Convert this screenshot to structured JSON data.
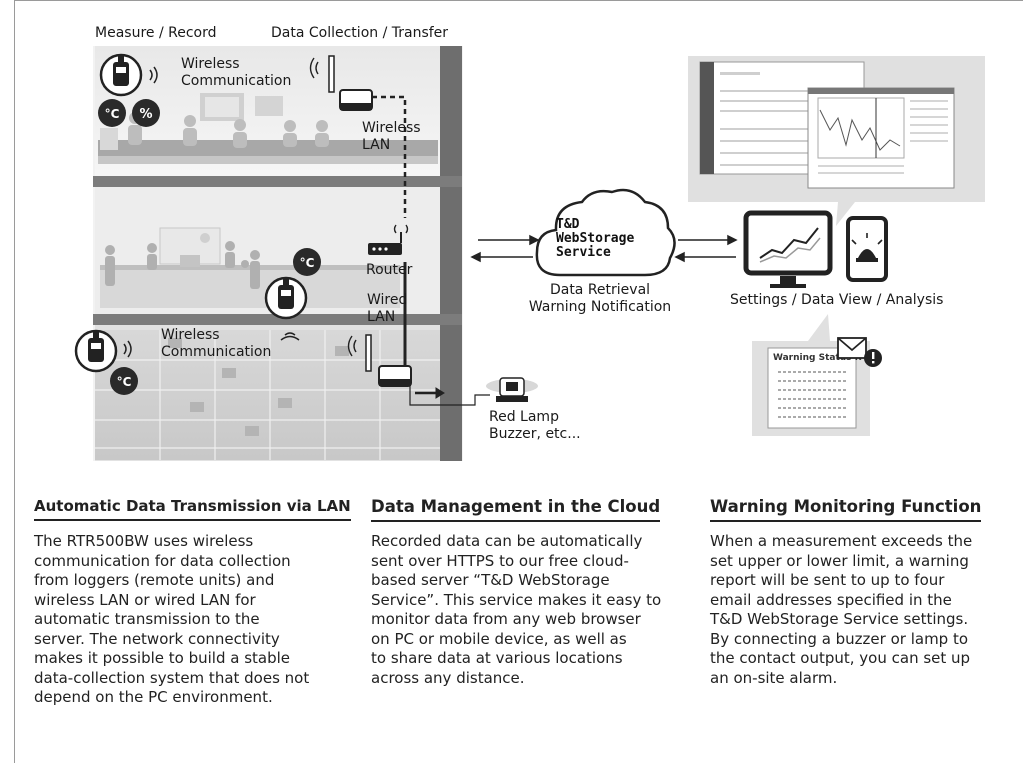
{
  "diagram": {
    "labels": {
      "measure_record": "Measure / Record",
      "data_collection": "Data Collection / Transfer",
      "wireless_comm_top_1": "Wireless",
      "wireless_comm_top_2": "Communication",
      "wireless_lan_1": "Wireless",
      "wireless_lan_2": "LAN",
      "router": "Router",
      "wired_lan_1": "Wired",
      "wired_lan_2": "LAN",
      "wireless_comm_bottom_1": "Wireless",
      "wireless_comm_bottom_2": "Communication",
      "red_lamp": "Red Lamp",
      "buzzer": "Buzzer, etc...",
      "cloud_line1": "T&D",
      "cloud_line2": "WebStorage",
      "cloud_line3": "Service",
      "data_retrieval": "Data Retrieval",
      "warning_notification": "Warning Notification",
      "settings_view": "Settings / Data View / Analysis",
      "warning_report": "Warning Status R",
      "celsius": "°C",
      "percent": "%"
    }
  },
  "columns": [
    {
      "title": "Automatic Data Transmission via LAN",
      "lines": [
        "The RTR500BW uses wireless",
        "communication for data collection",
        "from loggers (remote units) and",
        "wireless LAN or wired LAN for",
        "automatic transmission to the",
        "server. The network connectivity",
        "makes it possible to build a stable",
        "data-collection system that does not",
        "depend on the PC environment."
      ]
    },
    {
      "title": "Data Management in the Cloud",
      "lines": [
        "Recorded data can be automatically",
        "sent over HTTPS to our free cloud-",
        "based server “T&D WebStorage",
        "Service”. This service makes it easy to",
        "monitor data from any web browser",
        "on PC or mobile device, as well as",
        "to share data at various locations",
        "across any distance."
      ]
    },
    {
      "title": "Warning Monitoring Function",
      "lines": [
        "When a measurement exceeds the",
        "set upper or lower limit, a warning",
        "report will be sent to up to four",
        "email addresses specified in the",
        "T&D WebStorage Service settings.",
        "By connecting a buzzer or lamp to",
        "the contact output, you can set up",
        "an on-site alarm."
      ]
    }
  ]
}
